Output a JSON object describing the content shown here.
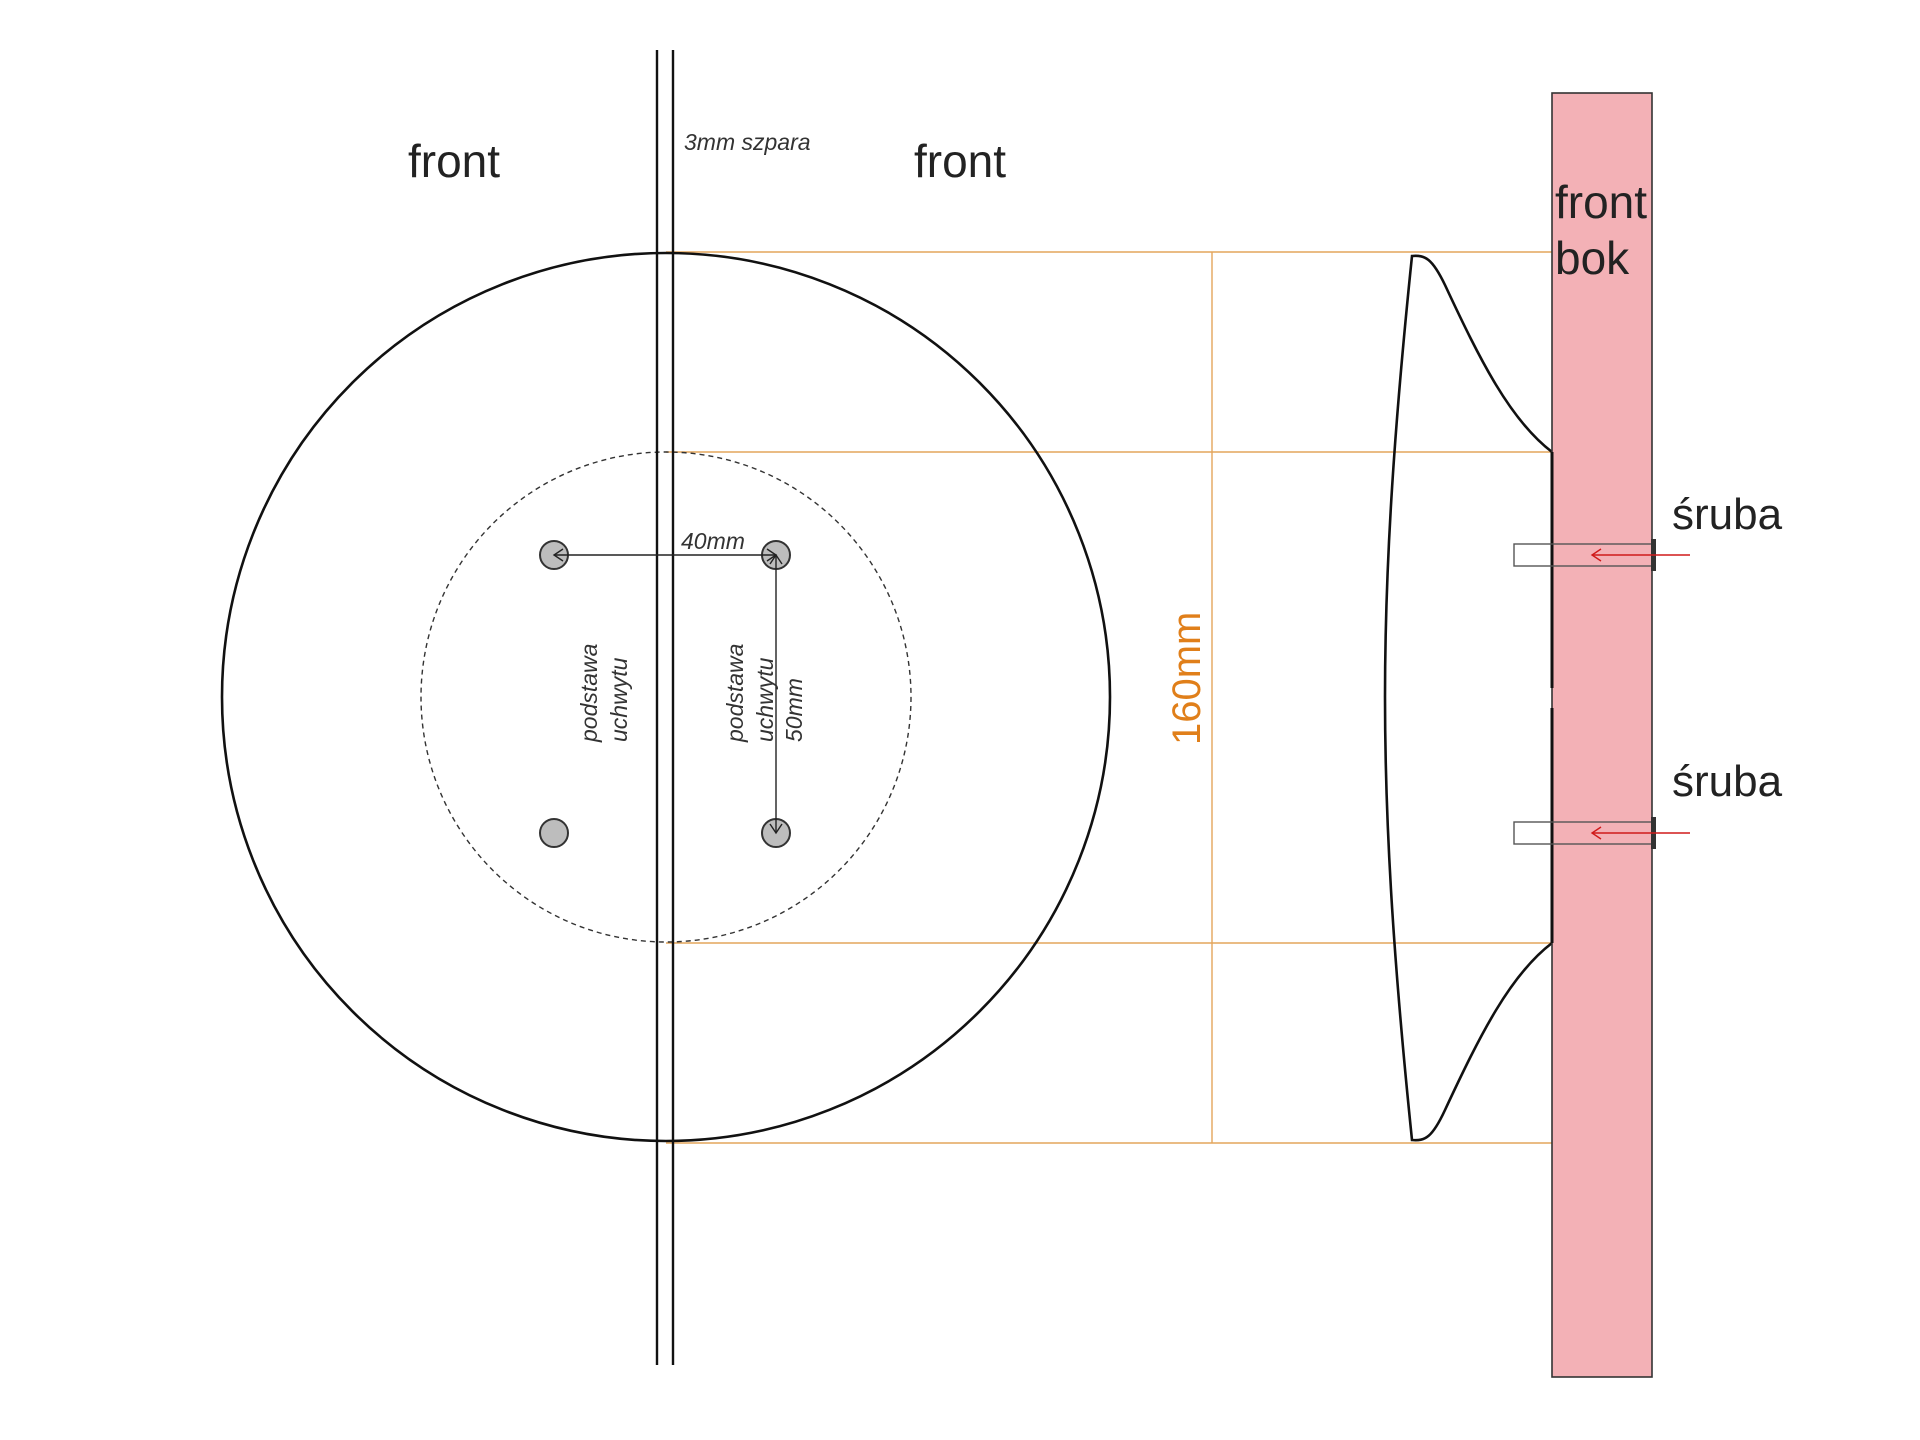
{
  "labels": {
    "front_left": "front",
    "front_right": "front",
    "gap": "3mm szpara",
    "front_side_line1": "front",
    "front_side_line2": "bok",
    "screw_top": "śruba",
    "screw_bottom": "śruba",
    "dim_horizontal": "40mm",
    "dim_vertical": "50mm",
    "dim_height": "160mm",
    "base_left_line1": "podstawa",
    "base_left_line2": "uchwytu",
    "base_right_line1": "podstawa",
    "base_right_line2": "uchwytu"
  },
  "colors": {
    "outline": "#111111",
    "dimension": "#e3a55c",
    "dimension_text": "#e07f1a",
    "panel_fill": "#f3b1b6",
    "screw_arrow": "#d01a1a",
    "hole_fill": "#bdbdbd"
  }
}
